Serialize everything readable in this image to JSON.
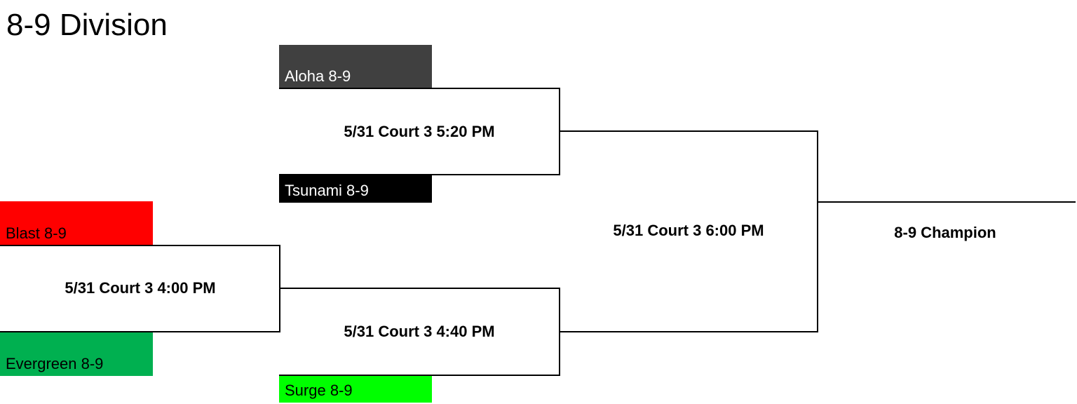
{
  "title": "8-9 Division",
  "teams": [
    {
      "name": "Aloha 8-9",
      "color": "#404040",
      "text_color": "#ffffff"
    },
    {
      "name": "Tsunami 8-9",
      "color": "#000000",
      "text_color": "#ffffff"
    },
    {
      "name": "Blast 8-9",
      "color": "#ff0000",
      "text_color": "#000000"
    },
    {
      "name": "Evergreen 8-9",
      "color": "#00b050",
      "text_color": "#000000"
    },
    {
      "name": "Surge 8-9",
      "color": "#00ff00",
      "text_color": "#000000"
    }
  ],
  "matches": [
    {
      "label": "5/31 Court 3 5:20 PM"
    },
    {
      "label": "5/31 Court 3 4:00 PM"
    },
    {
      "label": "5/31 Court 3 4:40 PM"
    },
    {
      "label": "5/31 Court 3 6:00 PM"
    }
  ],
  "champion": "8-9 Champion"
}
